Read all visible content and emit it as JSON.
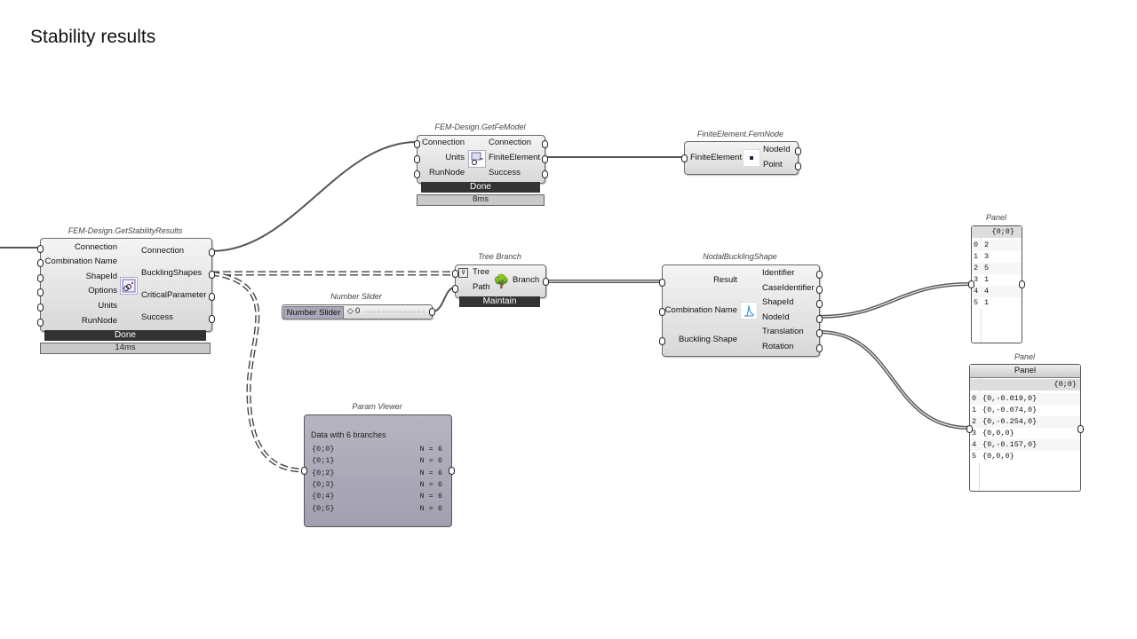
{
  "slide_title": "Stability results",
  "get_stability": {
    "caption": "FEM-Design.GetStabilityResults",
    "inputs": [
      "Connection",
      "Combination Name",
      "ShapeId",
      "Options",
      "Units",
      "RunNode"
    ],
    "outputs": [
      "Connection",
      "BucklingShapes",
      "CriticalParameter",
      "Success"
    ],
    "status": "Done",
    "time": "14ms"
  },
  "get_fe_model": {
    "caption": "FEM-Design.GetFeModel",
    "inputs": [
      "Connection",
      "Units",
      "RunNode"
    ],
    "outputs": [
      "Connection",
      "FiniteElement",
      "Success"
    ],
    "status": "Done",
    "time": "8ms"
  },
  "fem_node": {
    "caption": "FiniteElement.FemNode",
    "inputs": [
      "FiniteElement"
    ],
    "outputs": [
      "NodeId",
      "Point"
    ]
  },
  "tree_branch": {
    "caption": "Tree Branch",
    "inputs": [
      "Tree",
      "Path"
    ],
    "outputs": [
      "Branch"
    ],
    "status": "Maintain"
  },
  "number_slider": {
    "caption": "Number Slider",
    "label": "Number Slider",
    "value": "0"
  },
  "nodal_buckling": {
    "caption": "NodalBucklingShape",
    "inputs": [
      "Result",
      "Combination Name",
      "Buckling Shape"
    ],
    "outputs": [
      "Identifier",
      "CaseIdentifier",
      "ShapeId",
      "NodeId",
      "Translation",
      "Rotation"
    ]
  },
  "panel_nodeid": {
    "caption": "Panel",
    "path": "{0;0}",
    "rows": [
      {
        "i": "0",
        "v": "2"
      },
      {
        "i": "1",
        "v": "3"
      },
      {
        "i": "2",
        "v": "5"
      },
      {
        "i": "3",
        "v": "1"
      },
      {
        "i": "4",
        "v": "4"
      },
      {
        "i": "5",
        "v": "1"
      }
    ]
  },
  "panel_translation": {
    "caption": "Panel",
    "header": "Panel",
    "path": "{0;0}",
    "rows": [
      {
        "i": "0",
        "v": "{0,-0.019,0}"
      },
      {
        "i": "1",
        "v": "{0,-0.074,0}"
      },
      {
        "i": "2",
        "v": "{0,-0.254,0}"
      },
      {
        "i": "3",
        "v": "{0,0,0}"
      },
      {
        "i": "4",
        "v": "{0,-0.157,0}"
      },
      {
        "i": "5",
        "v": "{0,0,0}"
      }
    ]
  },
  "param_viewer": {
    "caption": "Param Viewer",
    "summary": "Data with 6 branches",
    "branches": [
      {
        "path": "{0;0}",
        "count": "N = 6"
      },
      {
        "path": "{0;1}",
        "count": "N = 6"
      },
      {
        "path": "{0;2}",
        "count": "N = 6"
      },
      {
        "path": "{0;3}",
        "count": "N = 6"
      },
      {
        "path": "{0;4}",
        "count": "N = 6"
      },
      {
        "path": "{0;5}",
        "count": "N = 6"
      }
    ]
  }
}
